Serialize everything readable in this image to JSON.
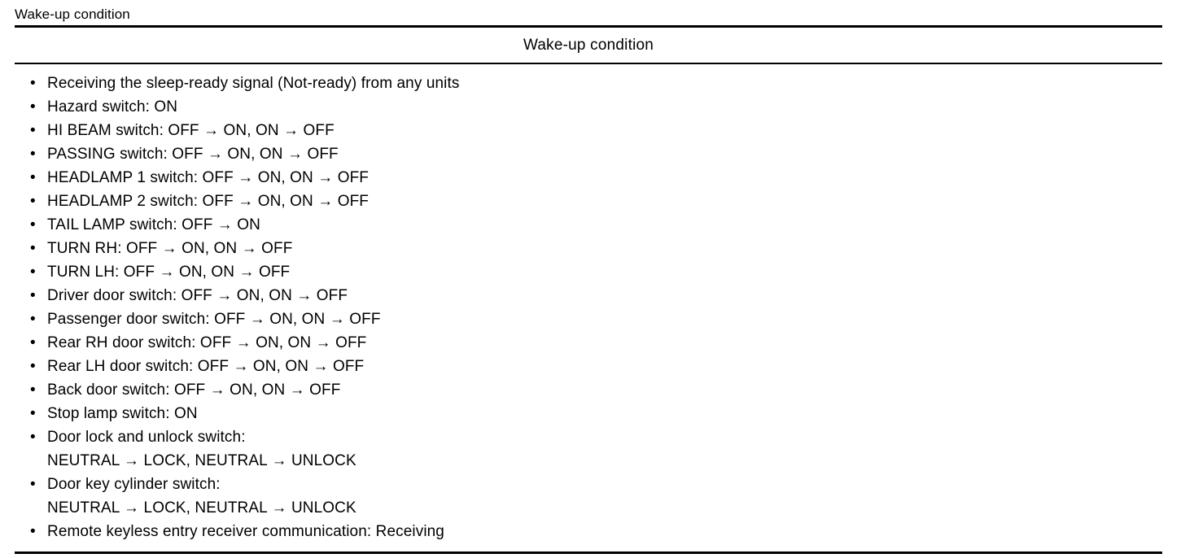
{
  "page": {
    "title": "Wake-up condition"
  },
  "table": {
    "header": "Wake-up condition",
    "bullet_glyph": "•",
    "rows": [
      {
        "line1": "Receiving the sleep-ready signal (Not-ready) from any units"
      },
      {
        "line1": "Hazard switch: ON"
      },
      {
        "line1": "HI BEAM switch: OFF → ON, ON → OFF"
      },
      {
        "line1": "PASSING switch: OFF → ON, ON → OFF"
      },
      {
        "line1": "HEADLAMP 1 switch: OFF → ON, ON → OFF"
      },
      {
        "line1": "HEADLAMP 2 switch: OFF → ON, ON → OFF"
      },
      {
        "line1": "TAIL LAMP switch: OFF → ON"
      },
      {
        "line1": "TURN RH: OFF → ON, ON → OFF"
      },
      {
        "line1": "TURN LH: OFF → ON, ON → OFF"
      },
      {
        "line1": "Driver door switch: OFF → ON, ON → OFF"
      },
      {
        "line1": "Passenger door switch: OFF → ON, ON → OFF"
      },
      {
        "line1": "Rear RH door switch: OFF → ON, ON → OFF"
      },
      {
        "line1": "Rear LH door switch: OFF → ON, ON → OFF"
      },
      {
        "line1": "Back door switch: OFF → ON, ON → OFF"
      },
      {
        "line1": "Stop lamp switch: ON"
      },
      {
        "line1": "Door lock and unlock switch:",
        "line2": "NEUTRAL → LOCK, NEUTRAL → UNLOCK"
      },
      {
        "line1": "Door key cylinder switch:",
        "line2": "NEUTRAL → LOCK, NEUTRAL → UNLOCK"
      },
      {
        "line1": "Remote keyless entry receiver communication: Receiving"
      }
    ]
  },
  "colors": {
    "text": "#000000",
    "background": "#ffffff",
    "rule": "#000000"
  }
}
